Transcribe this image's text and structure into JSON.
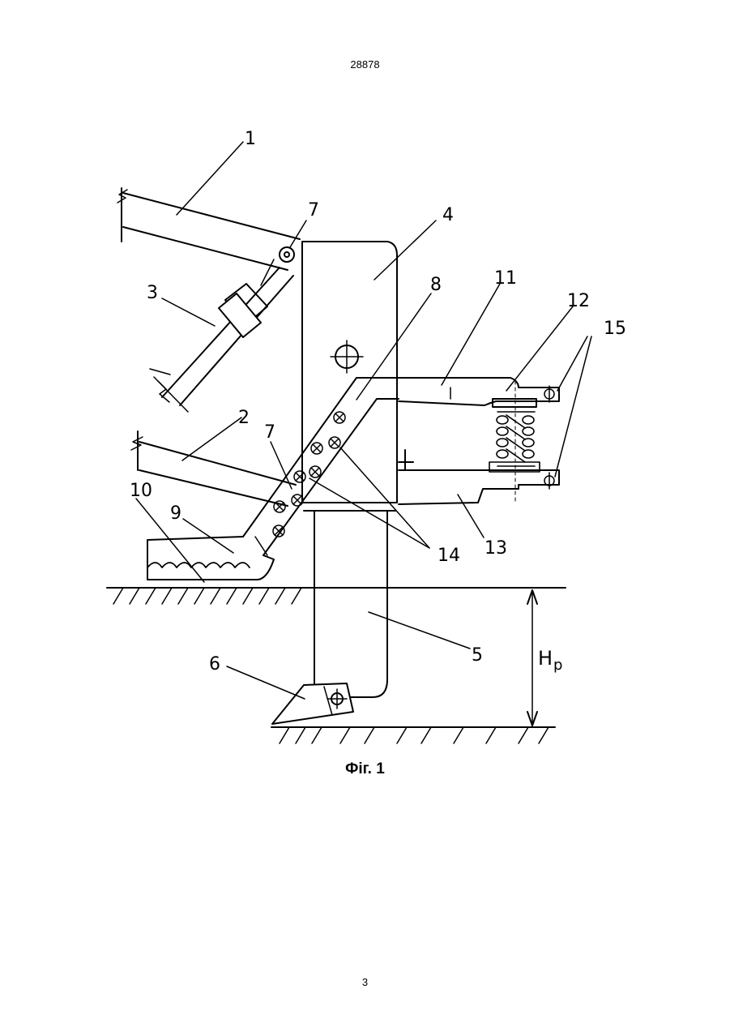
{
  "header": {
    "doc_number": "28878"
  },
  "figure": {
    "caption": "Фіг. 1",
    "labels": {
      "l1": "1",
      "l2": "2",
      "l3": "3",
      "l4": "4",
      "l5": "5",
      "l6": "6",
      "l7a": "7",
      "l7b": "7",
      "l8": "8",
      "l9": "9",
      "l10": "10",
      "l11": "11",
      "l12": "12",
      "l13": "13",
      "l14": "14",
      "l15": "15",
      "hp_h": "H",
      "hp_p": "p"
    }
  },
  "footer": {
    "page_number": "3"
  }
}
